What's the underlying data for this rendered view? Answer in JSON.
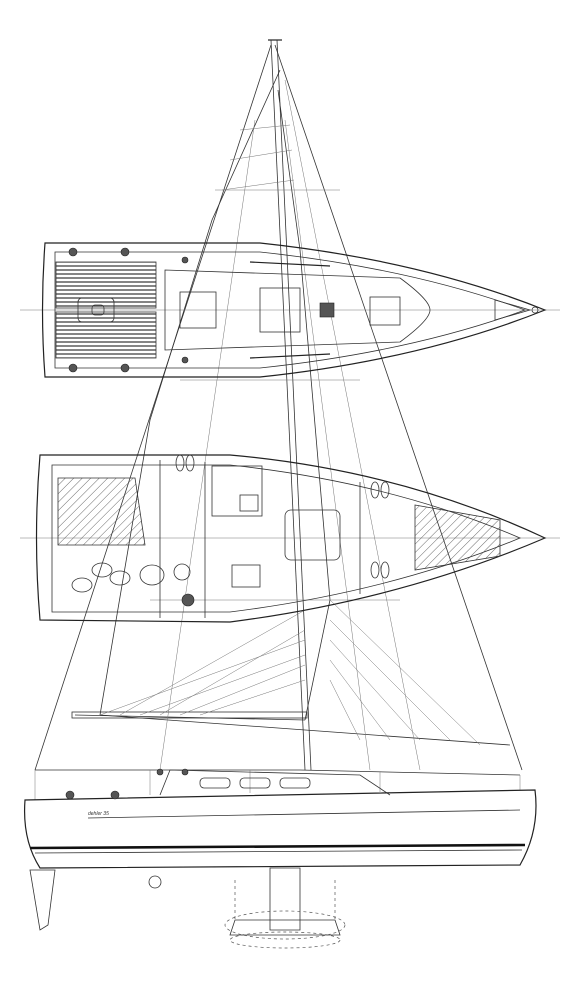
{
  "drawing": {
    "views": [
      "deck-plan",
      "accommodation-plan",
      "sail-plan-profile"
    ],
    "hull_name": "dehler 35"
  }
}
